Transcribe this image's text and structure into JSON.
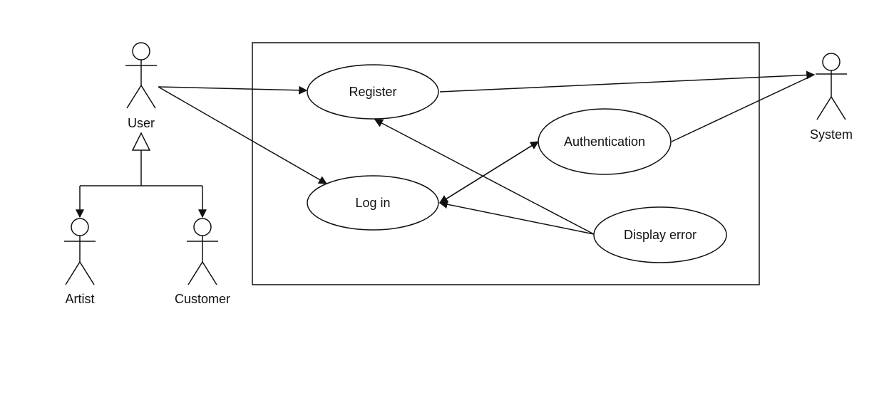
{
  "diagram": {
    "actors": {
      "user": "User",
      "system": "System",
      "artist": "Artist",
      "customer": "Customer"
    },
    "use_cases": {
      "register": "Register",
      "login": "Log in",
      "authentication": "Authentication",
      "display_error": "Display error"
    },
    "colors": {
      "stroke": "#111111",
      "background": "#ffffff"
    }
  }
}
